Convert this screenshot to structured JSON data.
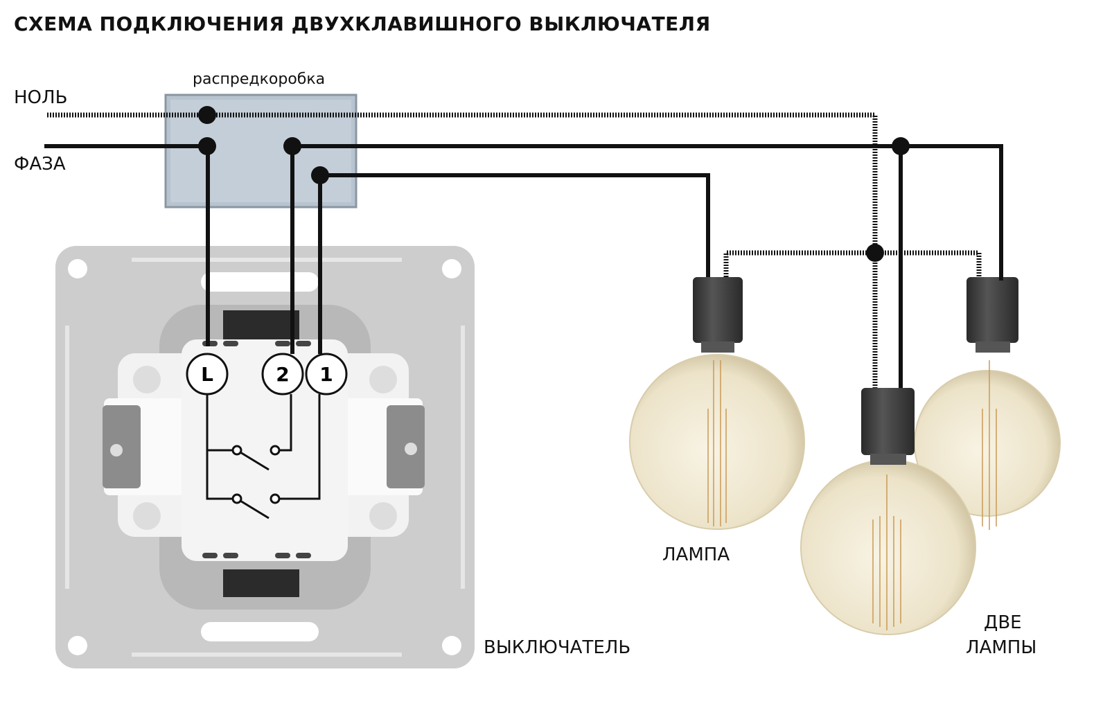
{
  "title": "СХЕМА ПОДКЛЮЧЕНИЯ ДВУХКЛАВИШНОГО ВЫКЛЮЧАТЕЛЯ",
  "labels": {
    "junction_box": "распредкоробка",
    "neutral": "НОЛЬ",
    "phase": "ФАЗА",
    "switch": "ВЫКЛЮЧАТЕЛЬ",
    "lamp": "ЛАМПА",
    "two_lamps_line1": "ДВЕ",
    "two_lamps_line2": "ЛАМПЫ"
  },
  "terminals": {
    "L": "L",
    "t2": "2",
    "t1": "1"
  },
  "colors": {
    "wire": "#111111",
    "box": "#b4c0cc",
    "plate": "#c9c9c9",
    "holder": "#3a3a3a",
    "bulb": "#f1ead8"
  }
}
